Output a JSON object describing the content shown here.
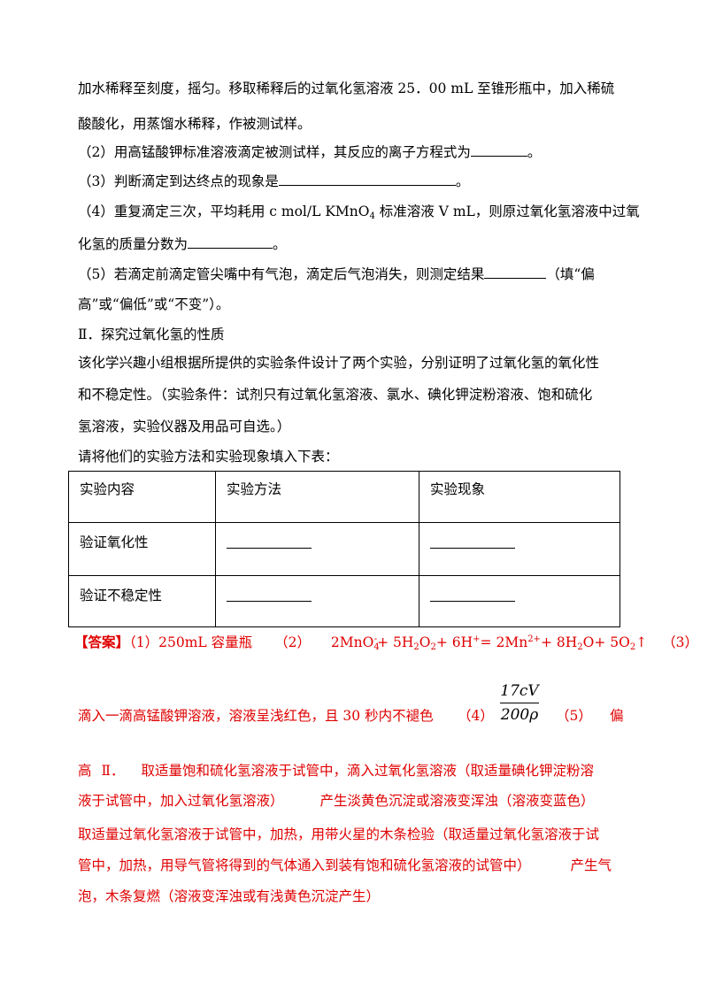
{
  "lines": {
    "l1": "加水稀释至刻度，摇匀。移取稀释后的过氧化氢溶液 25．00 mL 至锥形瓶中，加入稀硫",
    "l2": "酸酸化，用蒸馏水稀释，作被测试样。",
    "q2_pre": "（2）用高锰酸钾标准溶液滴定被测试样，其反应的离子方程式为",
    "q2_post": "。",
    "q3_pre": "（3）判断滴定到达终点的现象是",
    "q3_post": "。",
    "q4_pre": "（4）重复滴定三次，平均耗用 c mol/L KMnO",
    "q4_sub": "4",
    "q4_post": " 标准溶液 V mL，则原过氧化氢溶液中过氧",
    "q4b_pre": "化氢的质量分数为",
    "q4b_post": "。",
    "q5_pre": "（5）若滴定前滴定管尖嘴中有气泡，滴定后气泡消失，则测定结果",
    "q5_post": "（填“偏",
    "q5b": "高”或“偏低”或“不变”）。",
    "sec2": "Ⅱ．探究过氧化氢的性质",
    "p1": "该化学兴趣小组根据所提供的实验条件设计了两个实验，分别证明了过氧化氢的氧化性",
    "p2": "和不稳定性。（实验条件：试剂只有过氧化氢溶液、氯水、碘化钾淀粉溶液、饱和硫化",
    "p3": "氢溶液，实验仪器及用品可自选。）",
    "p4": "请将他们的实验方法和实验现象填入下表："
  },
  "table": {
    "headers": [
      "实验内容",
      "实验方法",
      "实验现象"
    ],
    "rows": [
      {
        "content": "验证氧化性"
      },
      {
        "content": "验证不稳定性"
      }
    ]
  },
  "answer": {
    "label": "【答案】",
    "a1": "（1）250mL 容量瓶",
    "a2_label": "（2）",
    "a2_eq_1": "2MnO",
    "a2_eq_1_sub": "4",
    "a2_eq_1_sup": "-",
    "a2_eq_2": "+ 5H",
    "a2_eq_2_sub": "2",
    "a2_eq_3": "O",
    "a2_eq_3_sub": "2",
    "a2_eq_4": "+ 6H",
    "a2_eq_4_sup": "+",
    "a2_eq_5": "= 2Mn",
    "a2_eq_5_sup": "2+",
    "a2_eq_6": "+ 8H",
    "a2_eq_6_sub": "2",
    "a2_eq_7": "O+ 5O",
    "a2_eq_7_sub": "2",
    "a2_eq_8": "↑",
    "a3_label": "（3）",
    "a3": "滴入一滴高锰酸钾溶液，溶液呈浅红色，且 30 秒内不褪色",
    "a4_label": "（4）",
    "a4_num": "17cV",
    "a4_den": "200ρ",
    "a5_label": "（5）",
    "a5_1": "偏",
    "a5_2": "高",
    "sec2_label": "Ⅱ．",
    "s1": "取适量饱和硫化氢溶液于试管中，滴入过氧化氢溶液（取适量碘化钾淀粉溶",
    "s2": "液于试管中，加入过氧化氢溶液）",
    "s2_obs": "产生淡黄色沉淀或溶液变浑浊（溶液变蓝色）",
    "s3": "取适量过氧化氢溶液于试管中，加热，用带火星的木条检验（取适量过氧化氢溶液于试",
    "s4": "管中，加热，用导气管将得到的气体通入到装有饱和硫化氢溶液的试管中）",
    "s4_obs": "产生气",
    "s5": "泡，木条复燃（溶液变浑浊或有浅黄色沉淀产生）"
  }
}
